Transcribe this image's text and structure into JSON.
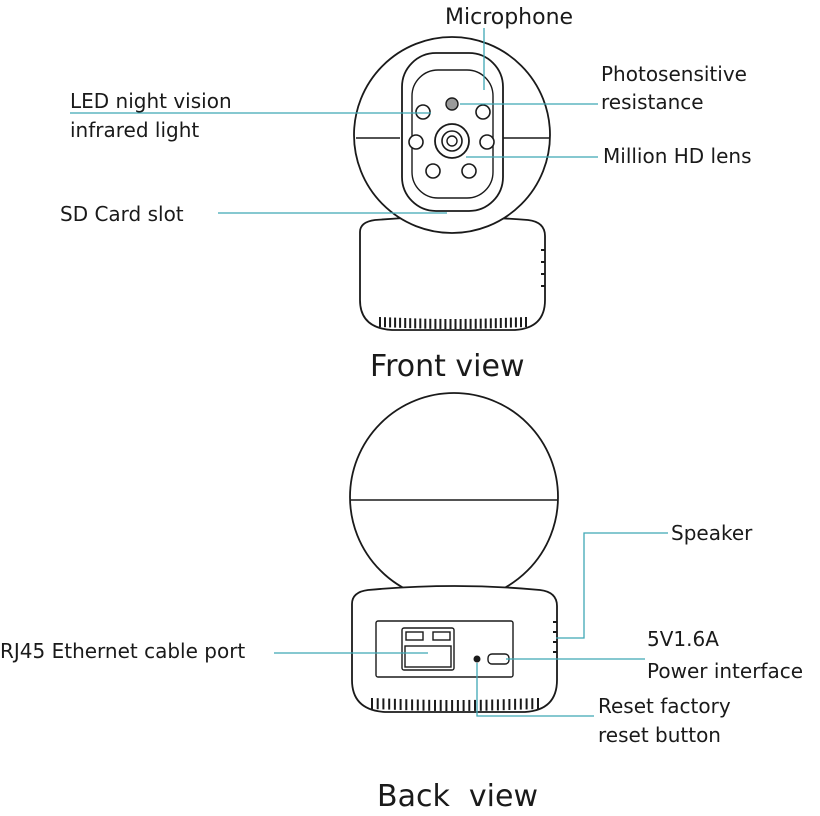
{
  "front": {
    "labels": {
      "microphone": "Microphone",
      "photo_line1": "Photosensitive",
      "photo_line2": "resistance",
      "led_line1": "LED night vision",
      "led_line2": "infrared light",
      "lens": "Million HD lens",
      "sd": "SD Card slot"
    },
    "caption": "Front view"
  },
  "back": {
    "labels": {
      "speaker": "Speaker",
      "rj45": "RJ45 Ethernet cable port",
      "power_line1": "5V1.6A",
      "power_line2": "Power interface",
      "reset_line1": "Reset factory",
      "reset_line2": "reset button"
    },
    "caption": "Back  view"
  },
  "colors": {
    "leader_line": "#3fa8b5",
    "outline": "#1a1a1a",
    "sensor": "#9a9a9a"
  }
}
